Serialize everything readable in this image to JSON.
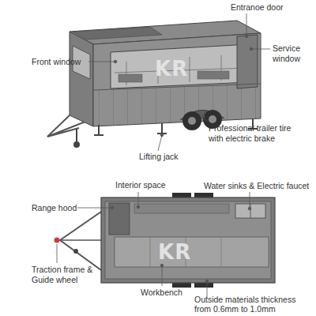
{
  "diagram": {
    "labels": [
      "Entranoe door",
      "Front window",
      "Service window",
      "Professional trailer tire with electric brake",
      "Lifting jack",
      "KR",
      "Interior space",
      "Water sinks & Electric faucet",
      "Range hood",
      "KR",
      "Traction frame & Guide wheel",
      "Workbench",
      "Outside materials thickness from 0.6mm to 1.0mm"
    ]
  }
}
